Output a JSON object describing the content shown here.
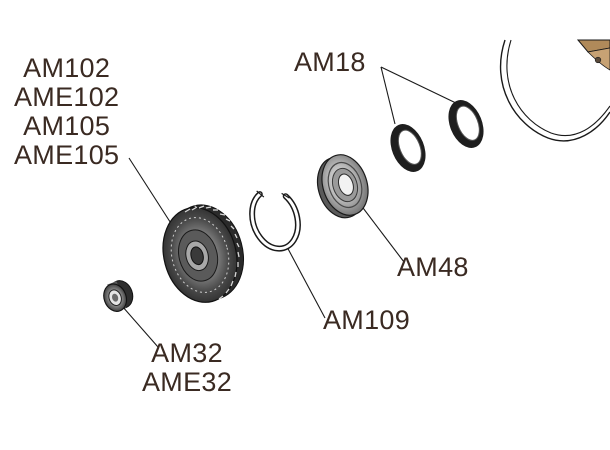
{
  "labels": {
    "gear_group": [
      "AM102",
      "AME102",
      "AM105",
      "AME105"
    ],
    "bushing_group": [
      "AM32",
      "AME32"
    ],
    "circlip": "AM109",
    "bearing": "AM48",
    "seals": "AM18"
  },
  "colors": {
    "label_text": "#3a2a22",
    "leader_line": "#1a1a1a",
    "part_dark": "#3b3b3b",
    "part_mid": "#8a8a8a",
    "part_light": "#d4d4d4",
    "housing_accent": "#b08a5a"
  }
}
